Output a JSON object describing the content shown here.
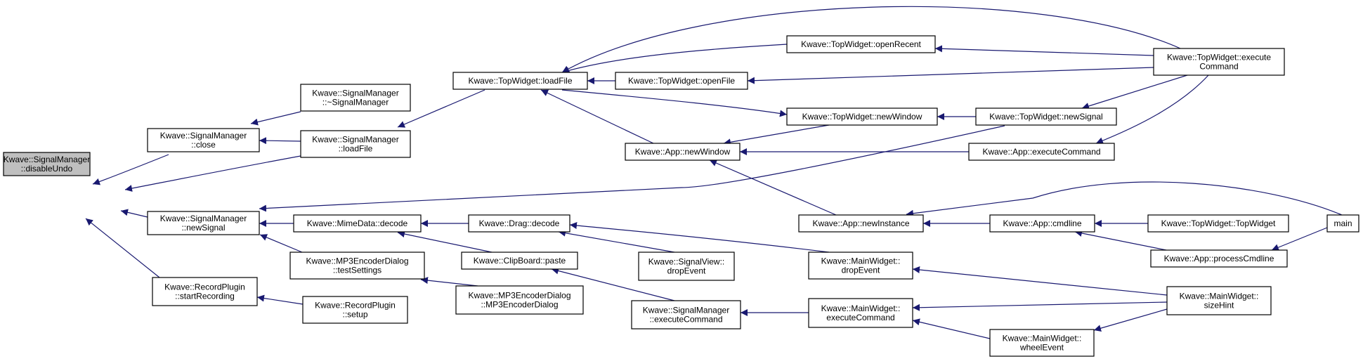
{
  "diagram": {
    "edge_color": "#191970",
    "highlight_fill": "#bfbfbf",
    "nodes": [
      {
        "id": "disableUndo",
        "lines": [
          "Kwave::SignalManager",
          "::disableUndo"
        ],
        "current": true
      },
      {
        "id": "smClose",
        "lines": [
          "Kwave::SignalManager",
          "::close"
        ]
      },
      {
        "id": "smNewSignal",
        "lines": [
          "Kwave::SignalManager",
          "::newSignal"
        ]
      },
      {
        "id": "rpStartRecording",
        "lines": [
          "Kwave::RecordPlugin",
          "::startRecording"
        ]
      },
      {
        "id": "smDtor",
        "lines": [
          "Kwave::SignalManager",
          "::~SignalManager"
        ]
      },
      {
        "id": "smLoadFile",
        "lines": [
          "Kwave::SignalManager",
          "::loadFile"
        ]
      },
      {
        "id": "mimeDecode",
        "lines": [
          "Kwave::MimeData::decode"
        ]
      },
      {
        "id": "mp3TestSettings",
        "lines": [
          "Kwave::MP3EncoderDialog",
          "::testSettings"
        ]
      },
      {
        "id": "rpSetup",
        "lines": [
          "Kwave::RecordPlugin",
          "::setup"
        ]
      },
      {
        "id": "twLoadFile",
        "lines": [
          "Kwave::TopWidget::loadFile"
        ]
      },
      {
        "id": "dragDecode",
        "lines": [
          "Kwave::Drag::decode"
        ]
      },
      {
        "id": "cbPaste",
        "lines": [
          "Kwave::ClipBoard::paste"
        ]
      },
      {
        "id": "mp3Ctor",
        "lines": [
          "Kwave::MP3EncoderDialog",
          "::MP3EncoderDialog"
        ]
      },
      {
        "id": "twOpenFile",
        "lines": [
          "Kwave::TopWidget::openFile"
        ]
      },
      {
        "id": "appNewWindow",
        "lines": [
          "Kwave::App::newWindow"
        ]
      },
      {
        "id": "svDropEvent",
        "lines": [
          "Kwave::SignalView::",
          "dropEvent"
        ]
      },
      {
        "id": "smExecCmd",
        "lines": [
          "Kwave::SignalManager",
          "::executeCommand"
        ]
      },
      {
        "id": "twOpenRecent",
        "lines": [
          "Kwave::TopWidget::openRecent"
        ]
      },
      {
        "id": "twNewWindow",
        "lines": [
          "Kwave::TopWidget::newWindow"
        ]
      },
      {
        "id": "appNewInstance",
        "lines": [
          "Kwave::App::newInstance"
        ]
      },
      {
        "id": "mwDropEvent",
        "lines": [
          "Kwave::MainWidget::",
          "dropEvent"
        ]
      },
      {
        "id": "mwExecCmd",
        "lines": [
          "Kwave::MainWidget::",
          "executeCommand"
        ]
      },
      {
        "id": "twNewSignal",
        "lines": [
          "Kwave::TopWidget::newSignal"
        ]
      },
      {
        "id": "appExecCmd",
        "lines": [
          "Kwave::App::executeCommand"
        ]
      },
      {
        "id": "appCmdline",
        "lines": [
          "Kwave::App::cmdline"
        ]
      },
      {
        "id": "mwWheelEvent",
        "lines": [
          "Kwave::MainWidget::",
          "wheelEvent"
        ]
      },
      {
        "id": "twExecCmd",
        "lines": [
          "Kwave::TopWidget::execute",
          "Command"
        ]
      },
      {
        "id": "twTopWidget",
        "lines": [
          "Kwave::TopWidget::TopWidget"
        ]
      },
      {
        "id": "appProcessCmdline",
        "lines": [
          "Kwave::App::processCmdline"
        ]
      },
      {
        "id": "mwSizeHint",
        "lines": [
          "Kwave::MainWidget::",
          "sizeHint"
        ]
      },
      {
        "id": "main",
        "lines": [
          "main"
        ]
      }
    ],
    "edges": [
      {
        "from": "smClose",
        "to": "disableUndo"
      },
      {
        "from": "smLoadFile",
        "to": "disableUndo"
      },
      {
        "from": "smNewSignal",
        "to": "disableUndo"
      },
      {
        "from": "rpStartRecording",
        "to": "disableUndo"
      },
      {
        "from": "smDtor",
        "to": "smClose"
      },
      {
        "from": "smLoadFile",
        "to": "smClose"
      },
      {
        "from": "twLoadFile",
        "to": "smLoadFile"
      },
      {
        "from": "mimeDecode",
        "to": "smNewSignal"
      },
      {
        "from": "mp3TestSettings",
        "to": "smNewSignal"
      },
      {
        "from": "twNewSignal",
        "to": "smNewSignal"
      },
      {
        "from": "rpSetup",
        "to": "rpStartRecording"
      },
      {
        "from": "dragDecode",
        "to": "mimeDecode"
      },
      {
        "from": "cbPaste",
        "to": "mimeDecode"
      },
      {
        "from": "mp3Ctor",
        "to": "mp3TestSettings"
      },
      {
        "from": "twOpenFile",
        "to": "twLoadFile"
      },
      {
        "from": "twOpenRecent",
        "to": "twLoadFile"
      },
      {
        "from": "twExecCmd",
        "to": "twLoadFile"
      },
      {
        "from": "appNewWindow",
        "to": "twLoadFile"
      },
      {
        "from": "svDropEvent",
        "to": "dragDecode"
      },
      {
        "from": "mwDropEvent",
        "to": "dragDecode"
      },
      {
        "from": "smExecCmd",
        "to": "cbPaste"
      },
      {
        "from": "twExecCmd",
        "to": "twOpenFile"
      },
      {
        "from": "twExecCmd",
        "to": "twOpenRecent"
      },
      {
        "from": "twLoadFile",
        "to": "twNewWindow"
      },
      {
        "from": "twNewWindow",
        "to": "appNewWindow"
      },
      {
        "from": "appExecCmd",
        "to": "appNewWindow"
      },
      {
        "from": "appNewInstance",
        "to": "appNewWindow"
      },
      {
        "from": "mwExecCmd",
        "to": "smExecCmd"
      },
      {
        "from": "twNewSignal",
        "to": "twNewWindow"
      },
      {
        "from": "appCmdline",
        "to": "appNewInstance"
      },
      {
        "from": "main",
        "to": "appNewInstance"
      },
      {
        "from": "mwSizeHint",
        "to": "mwDropEvent"
      },
      {
        "from": "mwSizeHint",
        "to": "mwExecCmd"
      },
      {
        "from": "mwWheelEvent",
        "to": "mwExecCmd"
      },
      {
        "from": "twExecCmd",
        "to": "twNewSignal"
      },
      {
        "from": "twExecCmd",
        "to": "appExecCmd"
      },
      {
        "from": "twTopWidget",
        "to": "appCmdline"
      },
      {
        "from": "appProcessCmdline",
        "to": "appCmdline"
      },
      {
        "from": "mwSizeHint",
        "to": "mwWheelEvent"
      },
      {
        "from": "main",
        "to": "appProcessCmdline"
      }
    ]
  }
}
